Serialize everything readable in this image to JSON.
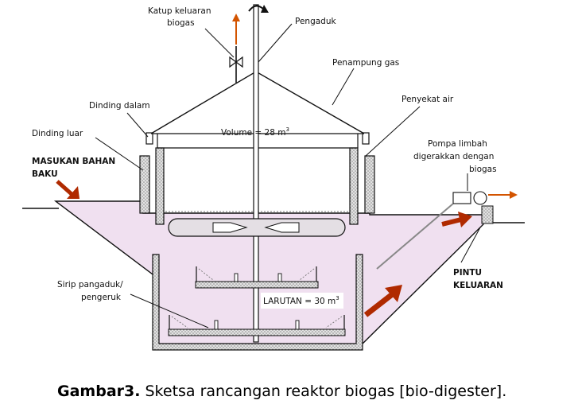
{
  "labels": {
    "outlet_valve": [
      "Katup keluaran",
      "biogas"
    ],
    "stirrer": "Pengaduk",
    "gas_holder": "Penampung gas",
    "inner_wall": "Dinding dalam",
    "water_seal": "Penyekat air",
    "outer_wall": "Dinding luar",
    "volume": "Volume = 28 m",
    "volume_sup": "3",
    "pump": [
      "Pompa limbah",
      "digerakkan dengan",
      "biogas"
    ],
    "feed_inlet": [
      "MASUKAN BAHAN",
      "BAKU"
    ],
    "outlet_door": [
      "PINTU",
      "KELUARAN"
    ],
    "fins": [
      "Sirip pangaduk/",
      "pengeruk"
    ],
    "solution": "LARUTAN = 30 m",
    "solution_sup": "3"
  },
  "caption": {
    "prefix": "Gambar3.",
    "text": " Sketsa rancangan reaktor biogas [bio-digester]."
  },
  "colors": {
    "slurry": "#f0e0f0",
    "hatch": "#b8b8b8",
    "arrow_red": "#b02a00",
    "arrow_orange": "#d35400",
    "line": "#111111"
  }
}
